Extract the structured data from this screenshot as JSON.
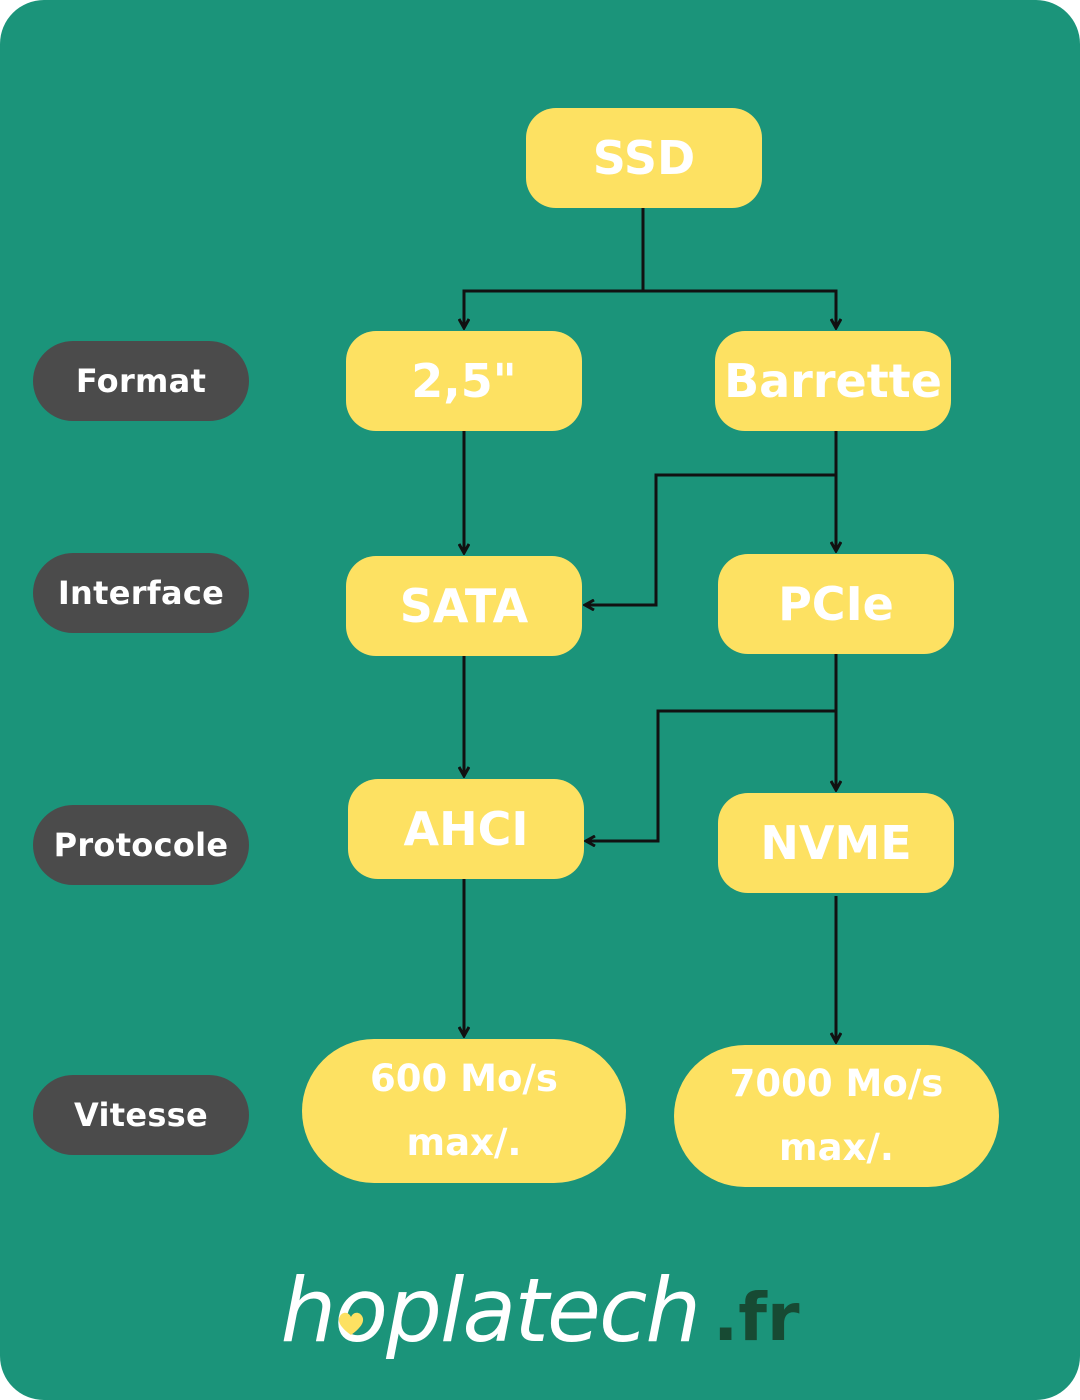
{
  "nodes": {
    "ssd": "SSD",
    "format_25": "2,5\"",
    "barrette": "Barrette",
    "sata": "SATA",
    "pcie": "PCIe",
    "ahci": "AHCI",
    "nvme": "NVME",
    "speed_sata": "600 Mo/s max/.",
    "speed_nvme": "7000 Mo/s max/."
  },
  "labels": {
    "format": "Format",
    "interface": "Interface",
    "protocole": "Protocole",
    "vitesse": "Vitesse"
  },
  "brand": {
    "name": "hoplatech",
    "suffix": ".fr"
  },
  "colors": {
    "background": "#1b947a",
    "node": "#fde162",
    "label": "#4b4b4b",
    "connector": "#111111",
    "brand_suffix": "#174a33"
  }
}
